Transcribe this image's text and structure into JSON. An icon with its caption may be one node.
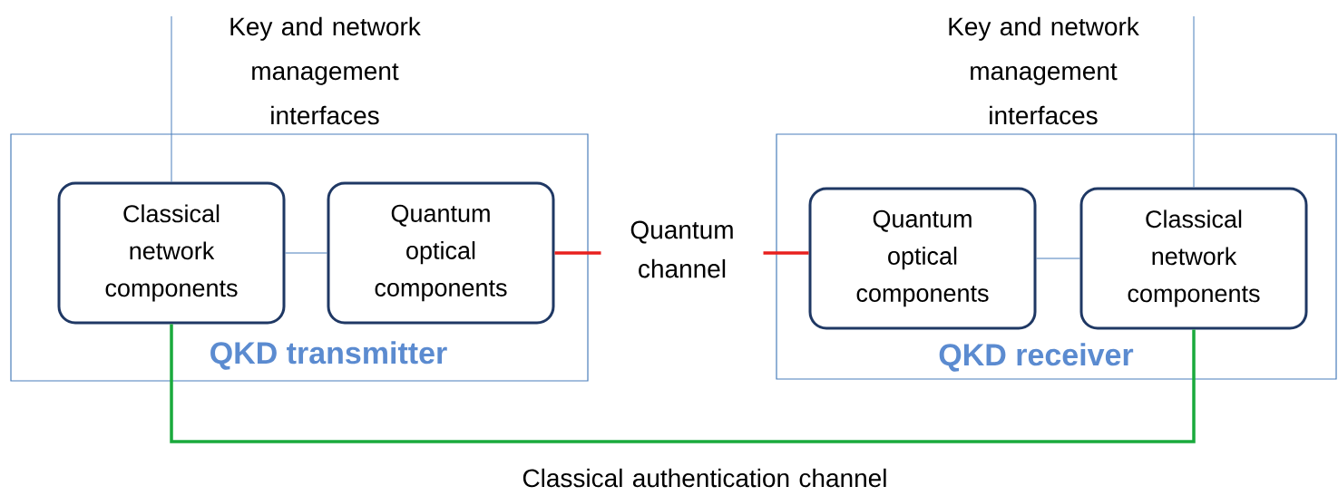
{
  "diagram": {
    "nodes": [
      {
        "text": [
          "QKD transmitter"
        ]
      },
      {
        "text": [
          "Classical network components"
        ],
        "in": 0
      },
      {
        "text": [
          "Quantum optical components"
        ],
        "in": 0
      },
      {
        "text": [
          "QKD receiver"
        ]
      },
      {
        "text": [
          "Quantum optical components"
        ],
        "in": 3
      },
      {
        "text": [
          "Classical network components"
        ],
        "in": 3
      }
    ],
    "edges": [
      {
        "from": 1,
        "to": 2,
        "arrow": "none"
      },
      {
        "from": 2,
        "to": 4,
        "arrow": "none",
        "label": "Quantum channel",
        "style": "thick",
        "color": "#e8201e"
      },
      {
        "from": 4,
        "to": 5,
        "arrow": "none"
      },
      {
        "from": 1,
        "to": 5,
        "arrow": "none",
        "label": "Classical authentication channel",
        "style": "thick",
        "color": "#1aaa3c"
      },
      {
        "from": null,
        "to": 1,
        "arrow": "none"
      },
      {
        "from": null,
        "to": 5,
        "arrow": "none"
      }
    ],
    "labels": [
      "Key and network management interfaces",
      "Key and network management interfaces"
    ]
  }
}
